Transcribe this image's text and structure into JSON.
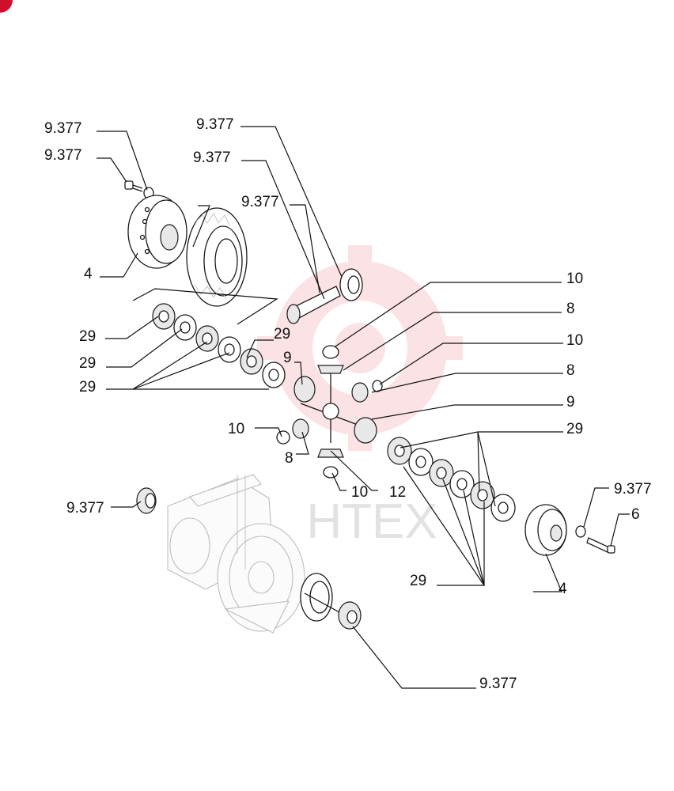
{
  "watermark": {
    "text": "HTEX",
    "color": "#e53945"
  },
  "corner_badge": {
    "color": "#d0102a"
  },
  "callouts": {
    "c01": "9.377",
    "c02": "9.377",
    "c03": "9.377",
    "c04": "9.377",
    "c05": "9.377",
    "c06": "4",
    "c07": "29",
    "c08": "29",
    "c09": "29",
    "c10": "29",
    "c11": "9",
    "c12": "10",
    "c13": "8",
    "c14": "10",
    "c15": "8",
    "c16": "9",
    "c17": "29",
    "c18": "10",
    "c19": "8",
    "c20": "10",
    "c21": "12",
    "c22": "9.377",
    "c23": "9.377",
    "c24": "6",
    "c25": "29",
    "c26": "4",
    "c27": "9.377"
  }
}
